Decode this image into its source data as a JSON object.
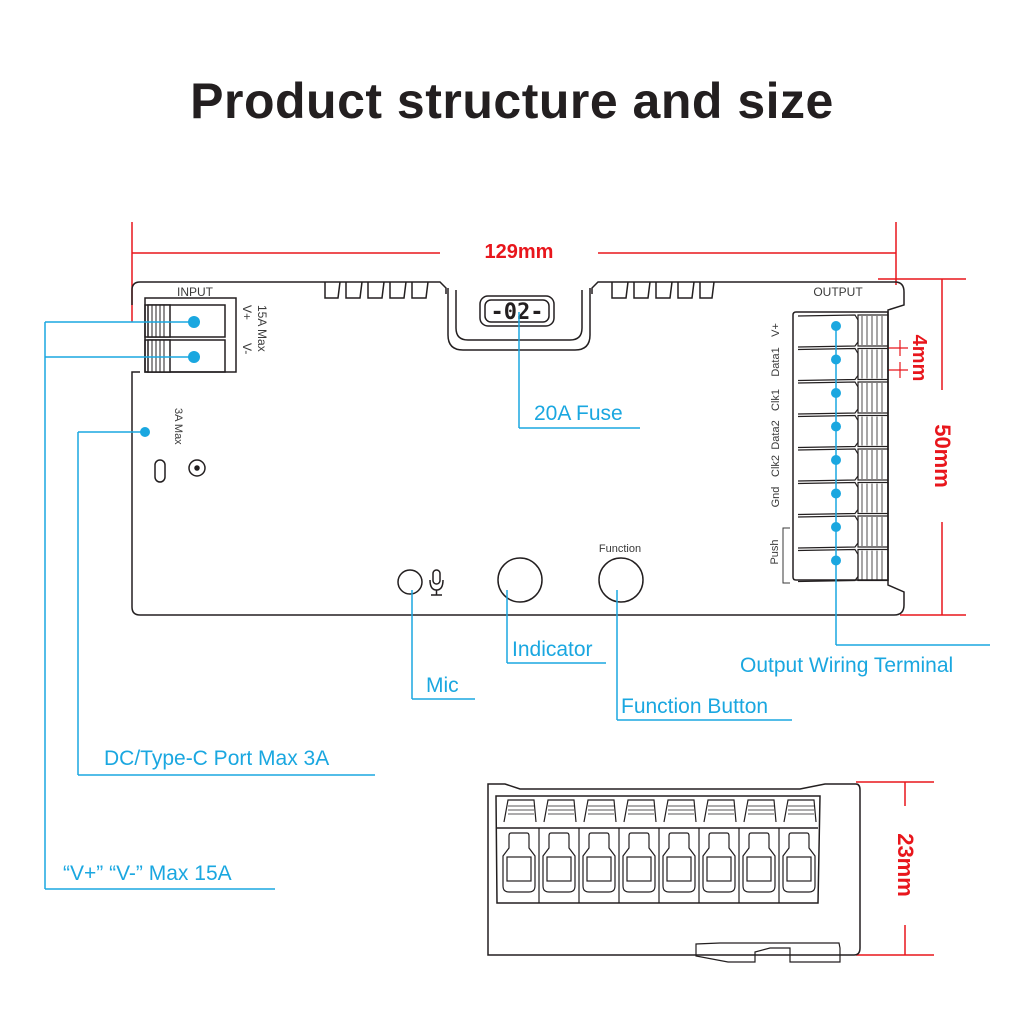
{
  "title": "Product structure and size",
  "dimensions": {
    "length": "129mm",
    "width": "50mm",
    "terminal_pitch": "4mm",
    "height": "23mm"
  },
  "device_labels": {
    "input": "INPUT",
    "output": "OUTPUT",
    "input_terminals": [
      "V+",
      "V-"
    ],
    "input_rating": "15A Max",
    "port_rating": "3A Max",
    "fuse_display": "-02-",
    "function_label": "Function",
    "output_terminals": [
      "V+",
      "Data1",
      "Clk1",
      "Data2",
      "Clk2",
      "Gnd"
    ],
    "push_label": "Push"
  },
  "callouts": {
    "fuse": "20A Fuse",
    "indicator": "Indicator",
    "mic": "Mic",
    "function_button": "Function Button",
    "output_wiring": "Output Wiring Terminal",
    "dc_port": "DC/Type-C Port Max 3A",
    "input_max": "“V+” “V-” Max 15A"
  },
  "colors": {
    "callout": "#1aa7e0",
    "dimension": "#e8161c",
    "outline": "#231f20"
  }
}
